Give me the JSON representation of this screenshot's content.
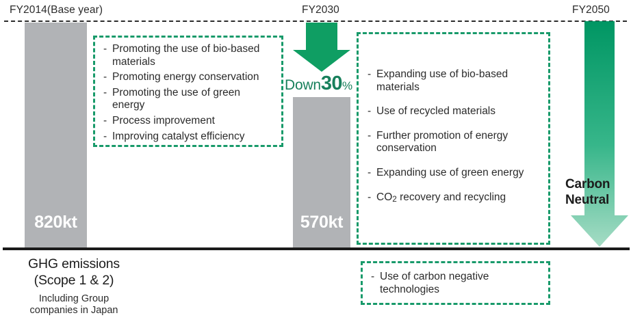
{
  "timeline": {
    "years": [
      {
        "id": "fy2014",
        "label": "FY2014(Base year)"
      },
      {
        "id": "fy2030",
        "label": "FY2030"
      },
      {
        "id": "fy2050",
        "label": "FY2050"
      }
    ]
  },
  "bars": [
    {
      "id": "fy2014",
      "value_label": "820kt",
      "value": 820,
      "unit": "kt",
      "color": "#b1b3b6"
    },
    {
      "id": "fy2030",
      "value_label": "570kt",
      "value": 570,
      "unit": "kt",
      "color": "#b1b3b6"
    }
  ],
  "reduction": {
    "word": "Down",
    "number": "30",
    "percent": "%",
    "arrow_icon": "down-arrow-icon",
    "color": "#18805c"
  },
  "carbon_neutral": {
    "line1": "Carbon",
    "line2": "Neutral",
    "arrow_icon": "long-down-arrow-icon",
    "gradient_top": "#009663",
    "gradient_bottom": "#9ed9c0"
  },
  "measures_2030": {
    "items": [
      "Promoting the use of bio-based materials",
      "Promoting energy conservation",
      "Promoting the use of green energy",
      "Process improvement",
      "Improving catalyst efficiency"
    ]
  },
  "measures_2050": {
    "items": [
      {
        "text": "Expanding use of bio-based materials",
        "html": false
      },
      {
        "text": "Use of recycled materials",
        "html": false
      },
      {
        "text": "Further promotion of energy conservation",
        "html": false
      },
      {
        "text": "Expanding use of green energy",
        "html": false
      },
      {
        "text": "CO2 recovery and recycling",
        "html": true
      }
    ]
  },
  "carbon_negative": {
    "items": [
      "Use of carbon negative technologies"
    ]
  },
  "legend": {
    "title_line1": "GHG emissions",
    "title_line2": "(Scope 1 & 2)",
    "note_line1": "Including Group",
    "note_line2": "companies in Japan"
  },
  "colors": {
    "accent_green": "#189a6a",
    "bar_grey": "#b1b3b6",
    "baseline_black": "#1a1a1a",
    "text": "#2b2b2b"
  }
}
